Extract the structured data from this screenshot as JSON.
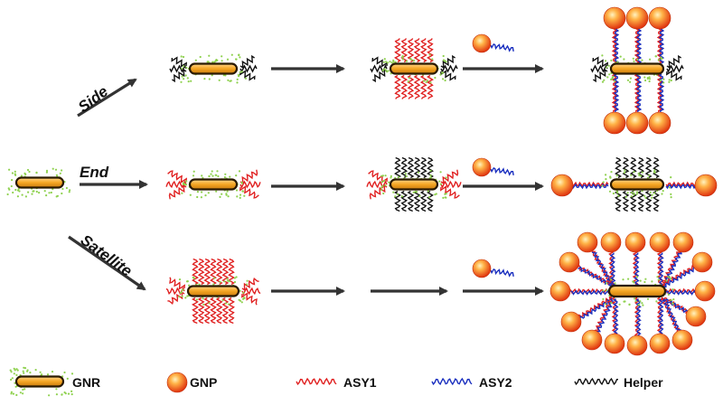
{
  "routes": {
    "side": "Side",
    "end": "End",
    "satellite": "Satellite"
  },
  "legend": {
    "gnr": "GNR",
    "gnp": "GNP",
    "asy1": "ASY1",
    "asy2": "ASY2",
    "helper": "Helper"
  },
  "colors": {
    "rod_fill": "#f5a623",
    "rod_stroke": "#2a1a00",
    "ligand_dots": "#8fd14f",
    "asy1": "#e02020",
    "asy2": "#1a2fbf",
    "helper": "#111111",
    "arrow": "#333333",
    "gnp_center": "#ffd27a",
    "gnp_edge": "#e83a12"
  }
}
